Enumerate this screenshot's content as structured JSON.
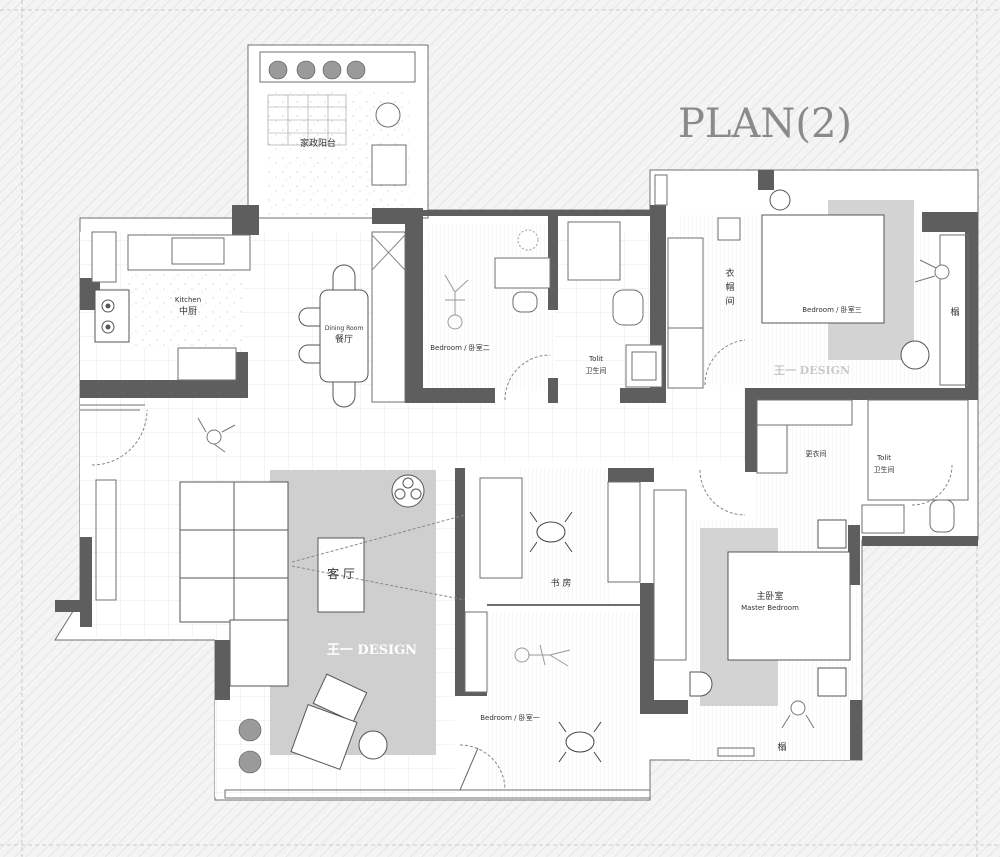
{
  "title": "PLAN(2)",
  "watermark": "王一 DESIGN",
  "rooms": {
    "balcony": "家政阳台",
    "kitchen_en": "Kitchen",
    "kitchen_cn": "中厨",
    "dining_en": "Dining Room",
    "dining_cn": "餐厅",
    "bedroom2": "Bedroom / 卧室二",
    "toilet1_en": "Tolit",
    "toilet1_cn": "卫生间",
    "cloak_1": "衣",
    "cloak_2": "帽",
    "cloak_3": "间",
    "bedroom3": "Bedroom / 卧室三",
    "tatami_right": "榻",
    "dressing": "更衣间",
    "toilet2_en": "Tolit",
    "toilet2_cn": "卫生间",
    "living": "客 厅",
    "study": "书 房",
    "master_cn": "主卧室",
    "master_en": "Master Bedroom",
    "bedroom1": "Bedroom / 卧室一",
    "tatami_bottom": "榻"
  },
  "colors": {
    "wall": "#5e5e5e",
    "line": "#6f6f6f",
    "rug": "#cfcfcf",
    "hatch": "#ececec"
  }
}
